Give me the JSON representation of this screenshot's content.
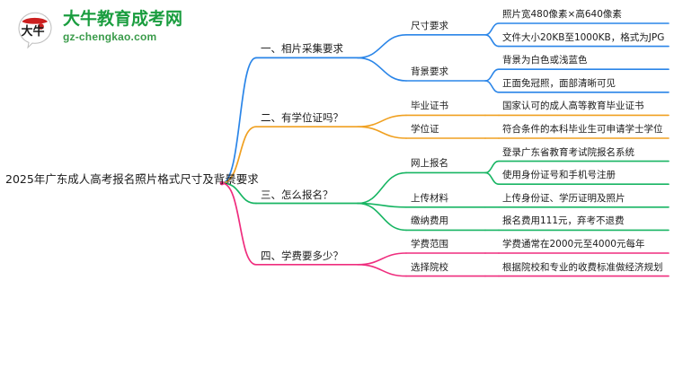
{
  "logo": {
    "mark_text": "大牛",
    "cn_name": "大牛教育成考网",
    "domain": "gz-chengkao.com",
    "green": "#1a9d3f",
    "red": "#cc1f1f"
  },
  "mindmap": {
    "root": {
      "label": "2025年广东成人高考报名照片格式尺寸及背景要求"
    },
    "branches": [
      {
        "id": "branch-1",
        "label": "一、相片采集要求",
        "color": "#2a85e8",
        "children": [
          {
            "label": "尺寸要求",
            "details": [
              "照片宽480像素×高640像素",
              "文件大小20KB至1000KB，格式为JPG"
            ]
          },
          {
            "label": "背景要求",
            "details": [
              "背景为白色或浅蓝色",
              "正面免冠照，面部清晰可见"
            ]
          }
        ]
      },
      {
        "id": "branch-2",
        "label": "二、有学位证吗？",
        "color": "#f0a020",
        "children": [
          {
            "label": "毕业证书",
            "details": [
              "国家认可的成人高等教育毕业证书"
            ]
          },
          {
            "label": "学位证",
            "details": [
              "符合条件的本科毕业生可申请学士学位"
            ]
          }
        ]
      },
      {
        "id": "branch-3",
        "label": "三、怎么报名？",
        "color": "#18b563",
        "children": [
          {
            "label": "网上报名",
            "details": [
              "登录广东省教育考试院报名系统",
              "使用身份证号和手机号注册"
            ]
          },
          {
            "label": "上传材料",
            "details": [
              "上传身份证、学历证明及照片"
            ]
          },
          {
            "label": "缴纳费用",
            "details": [
              "报名费用111元，弃考不退费"
            ]
          }
        ]
      },
      {
        "id": "branch-4",
        "label": "四、学费要多少？",
        "color": "#ef2d7e",
        "children": [
          {
            "label": "学费范围",
            "details": [
              "学费通常在2000元至4000元每年"
            ]
          },
          {
            "label": "选择院校",
            "details": [
              "根据院校和专业的收费标准做经济规划"
            ]
          }
        ]
      }
    ]
  }
}
